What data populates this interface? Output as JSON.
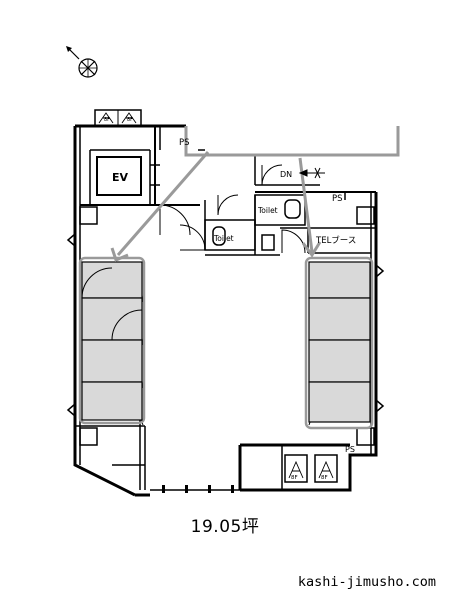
{
  "plan": {
    "area_label": "19.05坪",
    "rooms": {
      "elevator": "EV",
      "ps_top": "PS",
      "ps_right": "PS",
      "ps_bottom": "PS",
      "toilet_right": "Toilet",
      "toilet_left": "Toilet",
      "tel_booth": "TELブース",
      "dn": "DN"
    },
    "stairs": {
      "stair_left_1": "8F",
      "stair_left_2": "8F",
      "stair_bottom_1": "8F",
      "stair_bottom_2": "8F"
    },
    "colors": {
      "wall": "#000000",
      "desk_fill": "#d9d9d9",
      "desk_outline": "#9a9a9a",
      "arrow": "#9a9a9a"
    },
    "icons": [
      "compass-icon",
      "stair-icon",
      "arrow-icon",
      "door-swing-icon"
    ]
  },
  "footer": {
    "website": "kashi-jimusho.com"
  }
}
